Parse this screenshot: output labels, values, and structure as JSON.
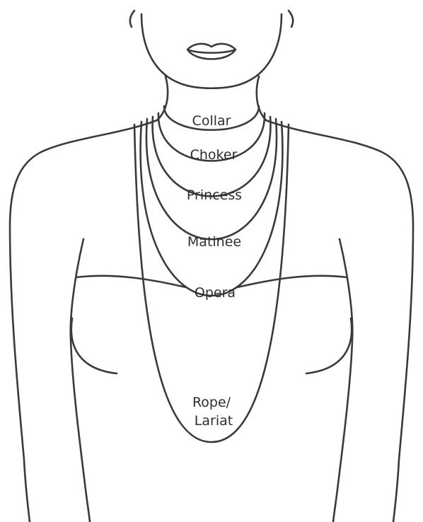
{
  "necklace_lengths": [
    {
      "id": "collar",
      "lines": [
        "Collar"
      ]
    },
    {
      "id": "choker",
      "lines": [
        "Choker"
      ]
    },
    {
      "id": "princess",
      "lines": [
        "Princess"
      ]
    },
    {
      "id": "matinee",
      "lines": [
        "Matinee"
      ]
    },
    {
      "id": "opera",
      "lines": [
        "Opera"
      ]
    },
    {
      "id": "rope-lariat",
      "lines": [
        "Rope/",
        "Lariat"
      ]
    }
  ],
  "colors": {
    "line": "#3a3a3a",
    "text": "#2e2e2e",
    "background": "#ffffff"
  }
}
